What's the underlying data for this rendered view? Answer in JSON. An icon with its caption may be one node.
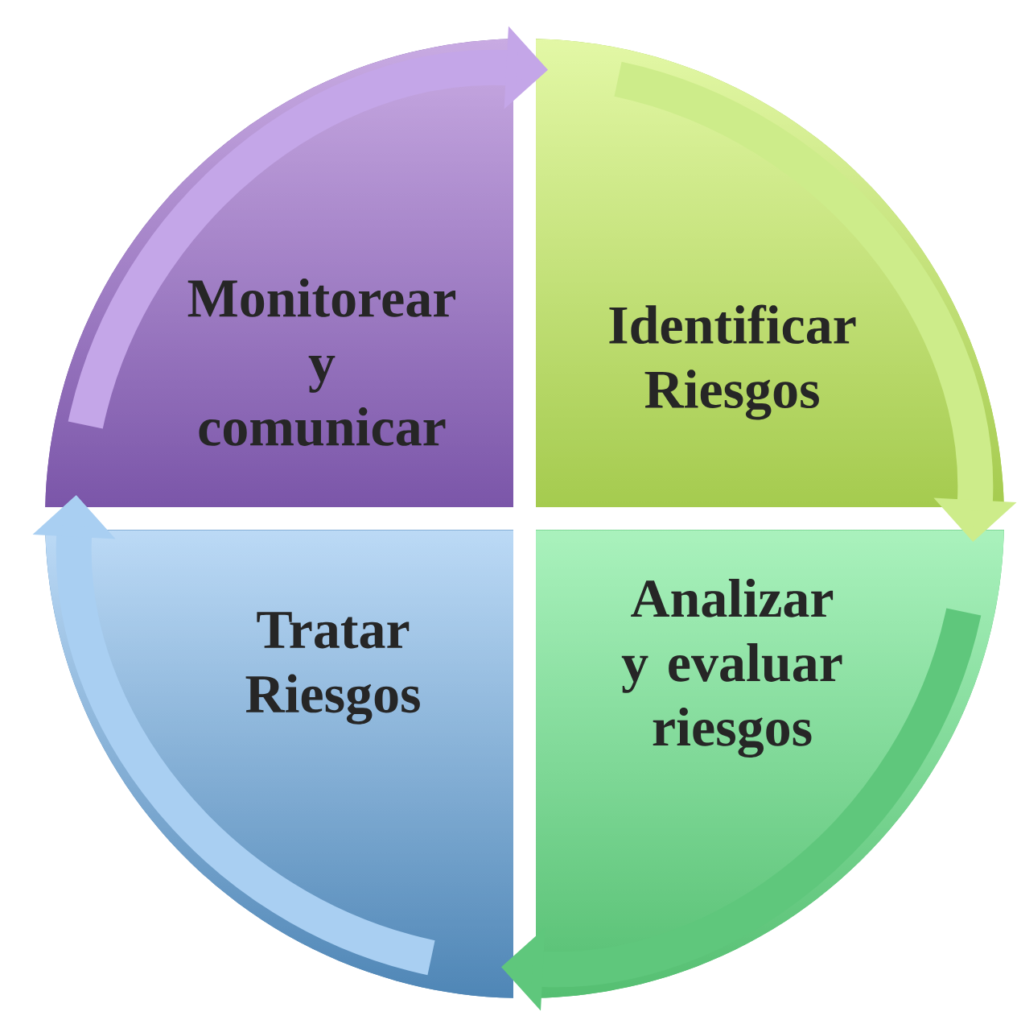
{
  "diagram": {
    "nodes": [
      {
        "text": [
          "Monitorear y comunicar"
        ]
      },
      {
        "text": [
          "Identificar Riesgos"
        ]
      },
      {
        "text": [
          "Analizar y evaluar riesgos"
        ]
      },
      {
        "text": [
          "Tratar Riesgos"
        ]
      }
    ],
    "edges": [
      {
        "from": 0,
        "to": 1,
        "arrow": "to",
        "color": "#c4a6e8"
      },
      {
        "from": 1,
        "to": 2,
        "arrow": "to",
        "color": "#cdec8a"
      },
      {
        "from": 2,
        "to": 3,
        "arrow": "to",
        "color": "#5fc77c"
      },
      {
        "from": 3,
        "to": 0,
        "arrow": "to",
        "color": "#a9cff2"
      }
    ]
  }
}
